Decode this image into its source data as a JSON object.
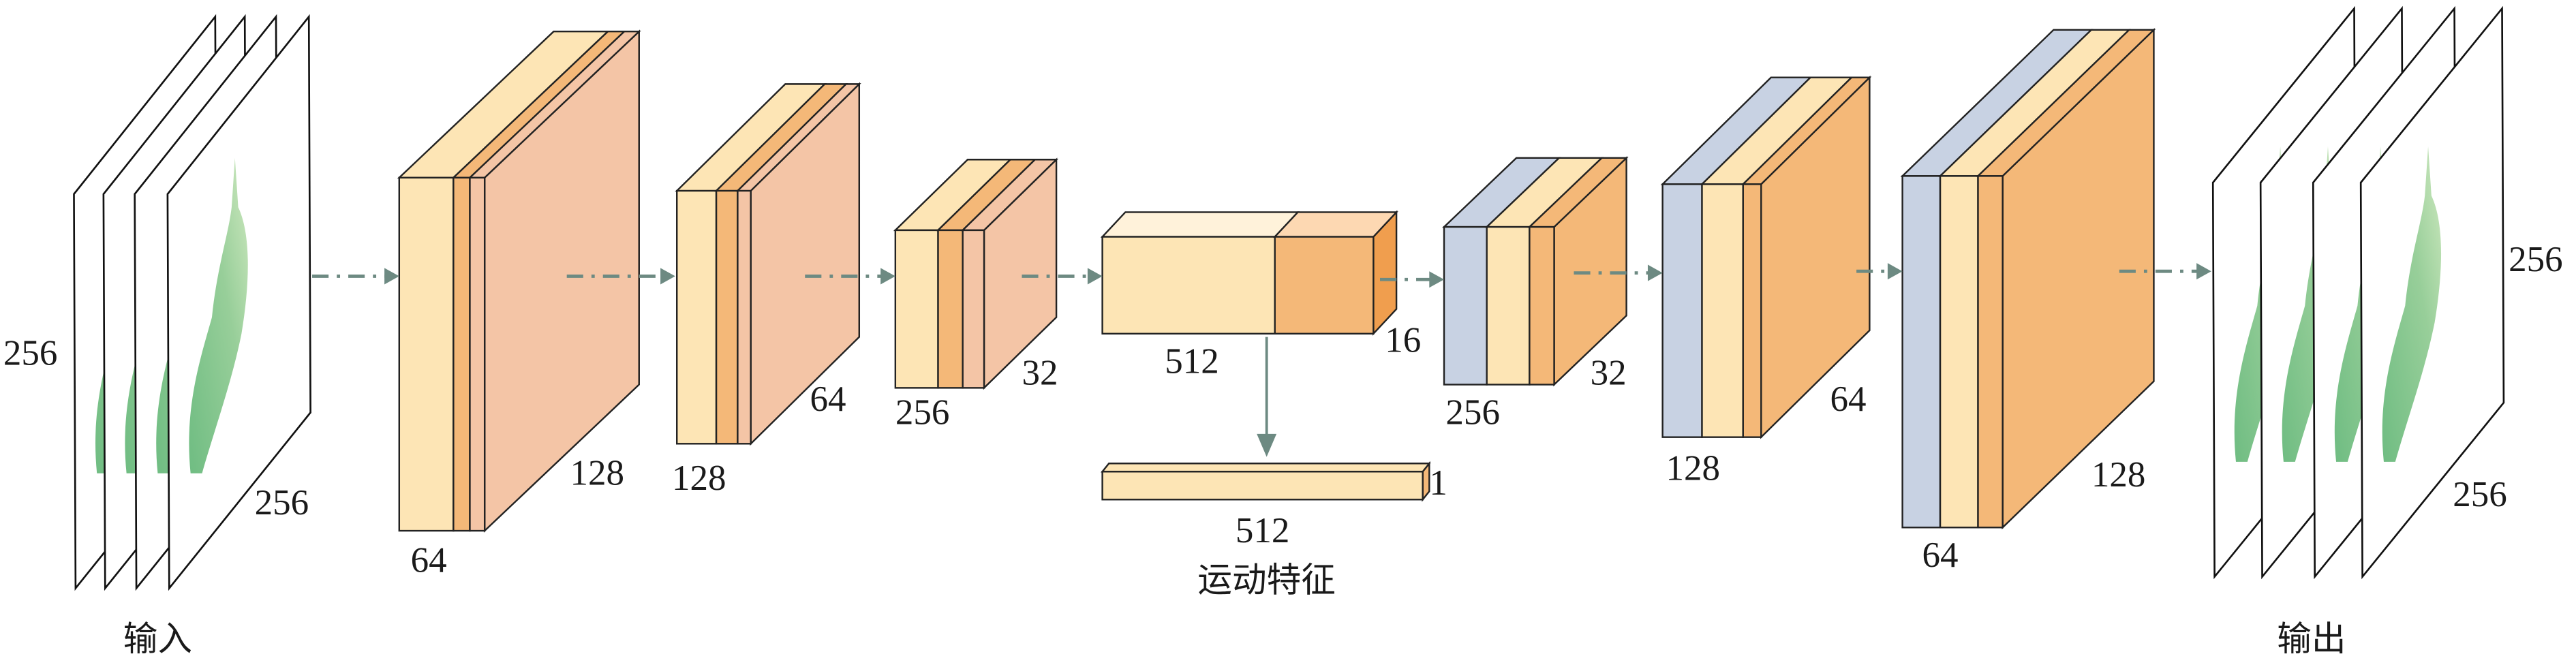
{
  "colors": {
    "light": "#fde5b5",
    "orange": "#f4b878",
    "salmon": "#f4c5a6",
    "blue": "#c8d2e3",
    "arrow": "#6d8a82",
    "bottleneck_top_left": "#fff2da",
    "bottleneck_top_right": "#fdd8b2",
    "bottleneck_side": "#f09e4e",
    "green": "#6dbb7c"
  },
  "input": {
    "caption": "输入",
    "height_label": "256",
    "width_label": "256"
  },
  "encoder": [
    {
      "front_label": "64",
      "depth_label": "128"
    },
    {
      "front_label": "128",
      "depth_label": "64"
    },
    {
      "front_label": "256",
      "depth_label": "32"
    }
  ],
  "bottleneck": {
    "width_label": "512",
    "depth_label": "16"
  },
  "motion_feature": {
    "length_label": "512",
    "thickness_label": "1",
    "caption": "运动特征"
  },
  "decoder": [
    {
      "front_label": "256",
      "depth_label": "32"
    },
    {
      "front_label": "128",
      "depth_label": "64"
    },
    {
      "front_label": "64",
      "depth_label": "128"
    }
  ],
  "output": {
    "caption": "输出",
    "height_label": "256",
    "width_label": "256"
  }
}
